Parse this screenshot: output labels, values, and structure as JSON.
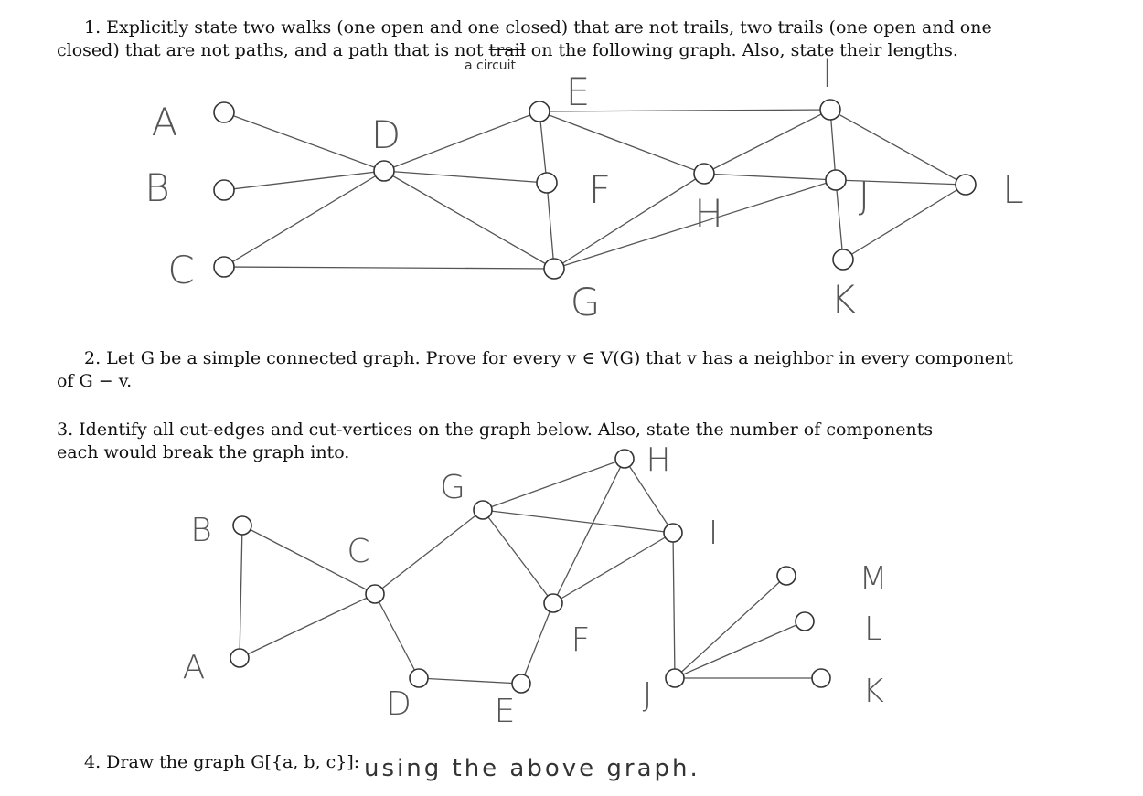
{
  "q1": {
    "line1": "1. Explicitly state two walks (one open and one closed) that are not trails, two trails (one open and one",
    "line2_prefix": "closed) that are not paths, and a path that is not ",
    "struck": "trail",
    "line2_suffix": " on the following graph. Also, state their lengths.",
    "annotation": "a circuit"
  },
  "graph1": {
    "nodes": [
      {
        "id": "A",
        "label": "A"
      },
      {
        "id": "B",
        "label": "B"
      },
      {
        "id": "C",
        "label": "C"
      },
      {
        "id": "D",
        "label": "D"
      },
      {
        "id": "E",
        "label": "E"
      },
      {
        "id": "F",
        "label": "F"
      },
      {
        "id": "G",
        "label": "G"
      },
      {
        "id": "H",
        "label": "H"
      },
      {
        "id": "I",
        "label": "I"
      },
      {
        "id": "J",
        "label": "J"
      },
      {
        "id": "K",
        "label": "K"
      },
      {
        "id": "L",
        "label": "L"
      }
    ],
    "edges": [
      [
        "A",
        "D"
      ],
      [
        "B",
        "D"
      ],
      [
        "C",
        "D"
      ],
      [
        "C",
        "G"
      ],
      [
        "D",
        "E"
      ],
      [
        "D",
        "F"
      ],
      [
        "D",
        "G"
      ],
      [
        "E",
        "F"
      ],
      [
        "E",
        "H"
      ],
      [
        "E",
        "I"
      ],
      [
        "F",
        "G"
      ],
      [
        "G",
        "H"
      ],
      [
        "G",
        "J"
      ],
      [
        "H",
        "I"
      ],
      [
        "H",
        "J"
      ],
      [
        "I",
        "J"
      ],
      [
        "I",
        "L"
      ],
      [
        "J",
        "L"
      ],
      [
        "J",
        "K"
      ],
      [
        "K",
        "L"
      ]
    ]
  },
  "q2": {
    "line1": "2. Let G be a simple connected graph. Prove for every v ∈ V(G) that v has a neighbor in every component",
    "line2": "of G − v."
  },
  "q3": {
    "line1": "3. Identify all cut-edges and cut-vertices on the graph below. Also, state the number of components",
    "line2": "each would break the graph into."
  },
  "graph2": {
    "nodes": [
      {
        "id": "A",
        "label": "A"
      },
      {
        "id": "B",
        "label": "B"
      },
      {
        "id": "C",
        "label": "C"
      },
      {
        "id": "D",
        "label": "D"
      },
      {
        "id": "E",
        "label": "E"
      },
      {
        "id": "F",
        "label": "F"
      },
      {
        "id": "G",
        "label": "G"
      },
      {
        "id": "H",
        "label": "H"
      },
      {
        "id": "I",
        "label": "I"
      },
      {
        "id": "J",
        "label": "J"
      },
      {
        "id": "K",
        "label": "K"
      },
      {
        "id": "L",
        "label": "L"
      },
      {
        "id": "M",
        "label": "M"
      }
    ],
    "edges": [
      [
        "A",
        "B"
      ],
      [
        "A",
        "C"
      ],
      [
        "B",
        "C"
      ],
      [
        "C",
        "G"
      ],
      [
        "C",
        "D"
      ],
      [
        "D",
        "E"
      ],
      [
        "E",
        "F"
      ],
      [
        "F",
        "G"
      ],
      [
        "F",
        "H"
      ],
      [
        "F",
        "I"
      ],
      [
        "G",
        "H"
      ],
      [
        "G",
        "I"
      ],
      [
        "H",
        "I"
      ],
      [
        "I",
        "J"
      ],
      [
        "J",
        "K"
      ],
      [
        "J",
        "L"
      ],
      [
        "J",
        "M"
      ]
    ]
  },
  "q4": {
    "prompt": "4. Draw the graph G[{a, b, c}]:",
    "handwritten": "using the above graph."
  }
}
